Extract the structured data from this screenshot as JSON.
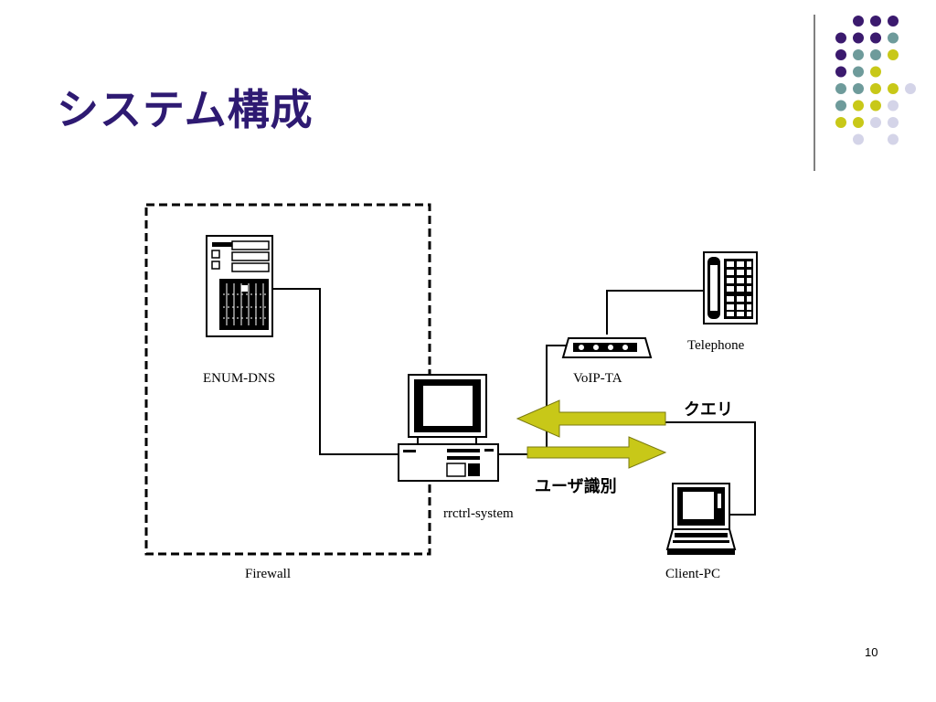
{
  "slide": {
    "title": "システム構成",
    "page_number": "10"
  },
  "diagram": {
    "firewall_label": "Firewall",
    "nodes": {
      "enum_dns": "ENUM-DNS",
      "rrctrl_system": "rrctrl-system",
      "voip_ta": "VoIP-TA",
      "telephone": "Telephone",
      "client_pc": "Client-PC"
    },
    "arrows": {
      "query": "クエリ",
      "user_identification": "ユーザ識別"
    }
  },
  "colors": {
    "title": "#2e1a72",
    "arrow_fill": "#c8c818",
    "dot_purple": "#3b1a6e",
    "dot_teal": "#6e9b9b",
    "dot_yellow": "#c8c818",
    "dot_lavender": "#d4d4e8"
  }
}
